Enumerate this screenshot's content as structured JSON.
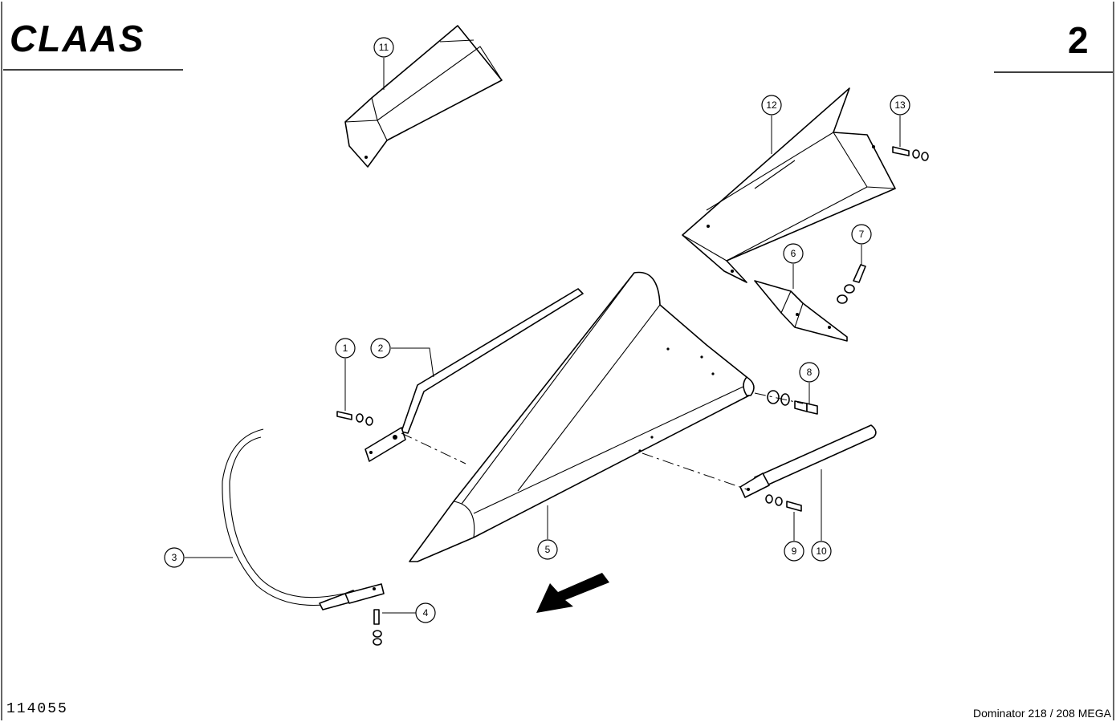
{
  "header": {
    "brand": "CLAAS",
    "page_number": "2"
  },
  "footer": {
    "document_number": "114055",
    "model": "Dominator 218 / 208 MEGA"
  },
  "callouts": [
    {
      "id": "1",
      "label": "1"
    },
    {
      "id": "2",
      "label": "2"
    },
    {
      "id": "3",
      "label": "3"
    },
    {
      "id": "4",
      "label": "4"
    },
    {
      "id": "5",
      "label": "5"
    },
    {
      "id": "6",
      "label": "6"
    },
    {
      "id": "7",
      "label": "7"
    },
    {
      "id": "8",
      "label": "8"
    },
    {
      "id": "9",
      "label": "9"
    },
    {
      "id": "10",
      "label": "10"
    },
    {
      "id": "11",
      "label": "11"
    },
    {
      "id": "12",
      "label": "12"
    },
    {
      "id": "13",
      "label": "13"
    }
  ],
  "icons": {
    "direction": "direction-arrow-icon"
  },
  "colors": {
    "line": "#000000",
    "background": "#ffffff"
  }
}
